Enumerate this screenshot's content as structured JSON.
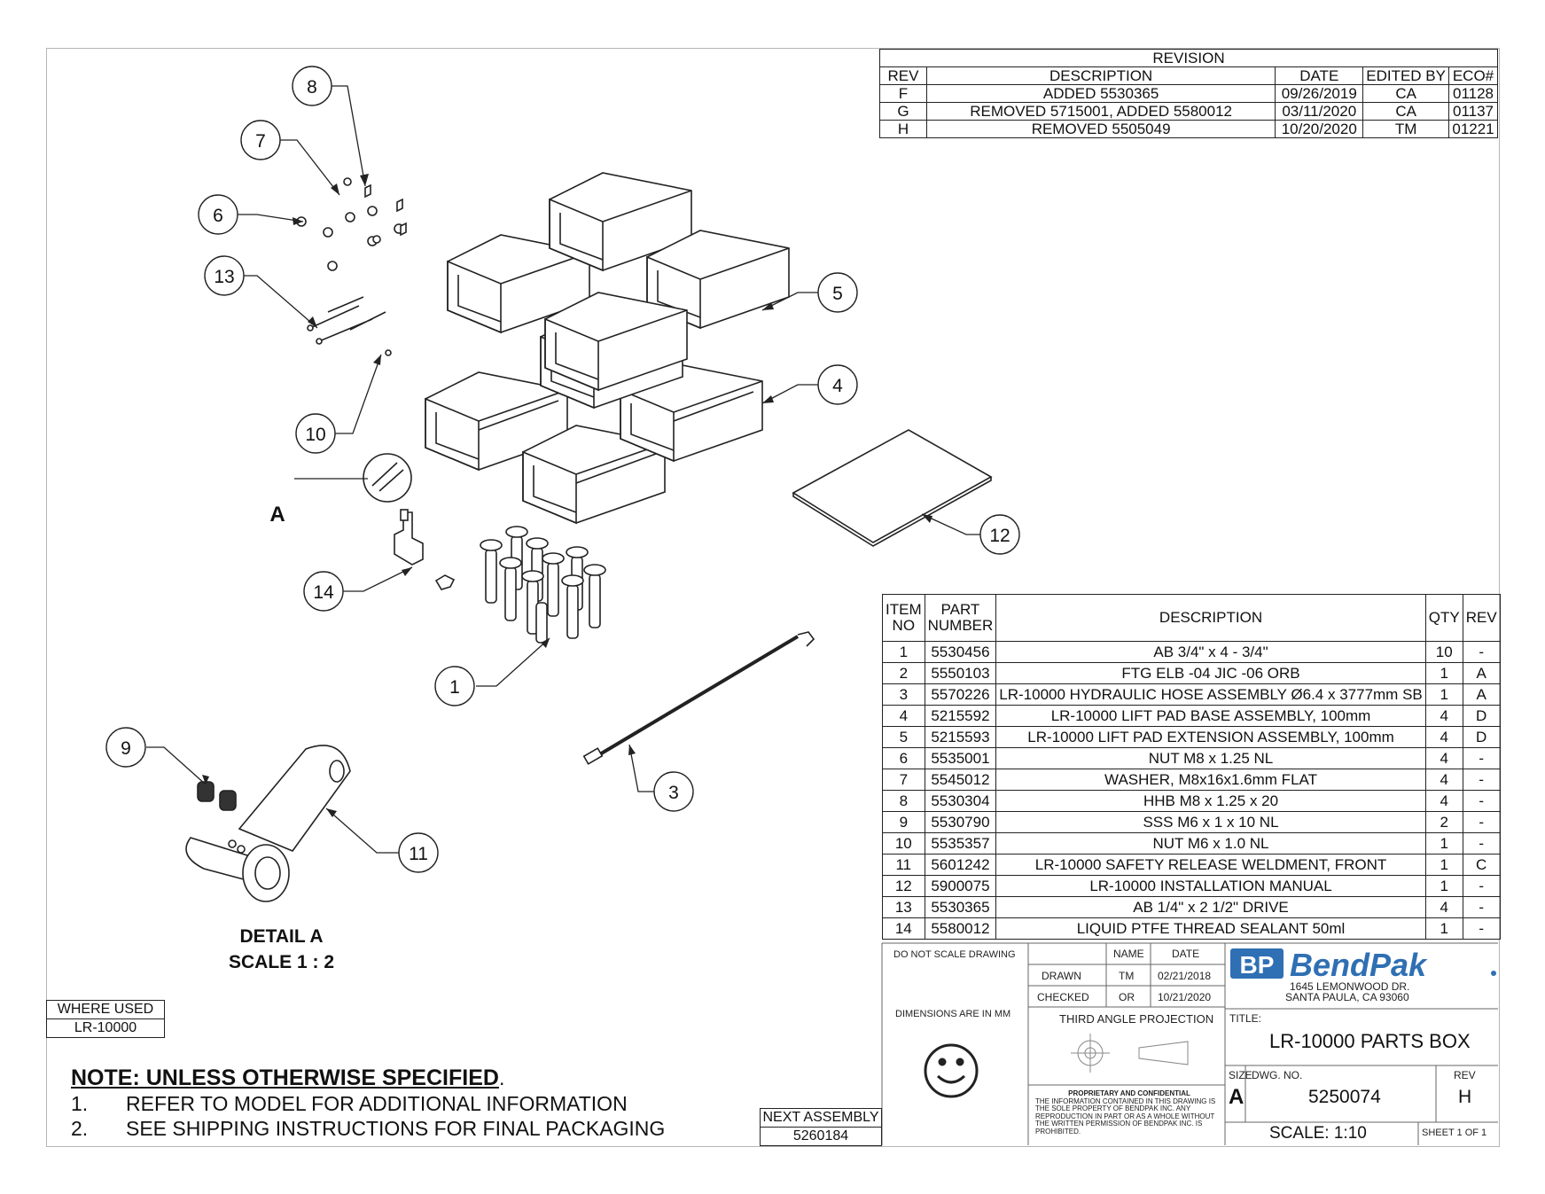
{
  "revision_table": {
    "title": "REVISION",
    "headers": [
      "REV",
      "DESCRIPTION",
      "DATE",
      "EDITED BY",
      "ECO#"
    ],
    "rows": [
      [
        "F",
        "ADDED 5530365",
        "09/26/2019",
        "CA",
        "01128"
      ],
      [
        "G",
        "REMOVED 5715001, ADDED 5580012",
        "03/11/2020",
        "CA",
        "01137"
      ],
      [
        "H",
        "REMOVED 5505049",
        "10/20/2020",
        "TM",
        "01221"
      ]
    ]
  },
  "bom_table": {
    "headers": [
      "ITEM NO",
      "PART NUMBER",
      "DESCRIPTION",
      "QTY",
      "REV"
    ],
    "rows": [
      [
        "1",
        "5530456",
        "AB 3/4\" x 4 - 3/4\"",
        "10",
        "-"
      ],
      [
        "2",
        "5550103",
        "FTG ELB -04 JIC -06 ORB",
        "1",
        "A"
      ],
      [
        "3",
        "5570226",
        "LR-10000 HYDRAULIC HOSE ASSEMBLY Ø6.4 x 3777mm SB",
        "1",
        "A"
      ],
      [
        "4",
        "5215592",
        "LR-10000 LIFT PAD BASE ASSEMBLY, 100mm",
        "4",
        "D"
      ],
      [
        "5",
        "5215593",
        "LR-10000 LIFT PAD EXTENSION ASSEMBLY, 100mm",
        "4",
        "D"
      ],
      [
        "6",
        "5535001",
        "NUT M8 x 1.25 NL",
        "4",
        "-"
      ],
      [
        "7",
        "5545012",
        "WASHER, M8x16x1.6mm FLAT",
        "4",
        "-"
      ],
      [
        "8",
        "5530304",
        "HHB M8 x 1.25 x 20",
        "4",
        "-"
      ],
      [
        "9",
        "5530790",
        "SSS M6 x 1 x 10 NL",
        "2",
        "-"
      ],
      [
        "10",
        "5535357",
        "NUT M6 x 1.0 NL",
        "1",
        "-"
      ],
      [
        "11",
        "5601242",
        "LR-10000 SAFETY RELEASE WELDMENT, FRONT",
        "1",
        "C"
      ],
      [
        "12",
        "5900075",
        "LR-10000 INSTALLATION MANUAL",
        "1",
        "-"
      ],
      [
        "13",
        "5530365",
        "AB 1/4\" x 2 1/2\" DRIVE",
        "4",
        "-"
      ],
      [
        "14",
        "5580012",
        "LIQUID PTFE THREAD SEALANT 50ml",
        "1",
        "-"
      ]
    ]
  },
  "balloons": [
    "8",
    "7",
    "6",
    "13",
    "10",
    "5",
    "4",
    "12",
    "14",
    "1",
    "9",
    "11",
    "3"
  ],
  "detail_callout": "A",
  "detail": {
    "title": "DETAIL A",
    "scale": "SCALE 1 : 2"
  },
  "where_used": {
    "label": "WHERE USED",
    "value": "LR-10000"
  },
  "next_assembly": {
    "label": "NEXT ASSEMBLY",
    "value": "5260184"
  },
  "notes": {
    "heading": "NOTE: UNLESS OTHERWISE SPECIFIED",
    "heading_suffix": ".",
    "items": [
      {
        "num": "1.",
        "text": "REFER TO MODEL FOR ADDITIONAL INFORMATION"
      },
      {
        "num": "2.",
        "text": "SEE SHIPPING INSTRUCTIONS FOR FINAL PACKAGING"
      }
    ]
  },
  "title_block": {
    "do_not_scale": "DO NOT SCALE DRAWING",
    "col_name": "NAME",
    "col_date": "DATE",
    "drawn_label": "DRAWN",
    "drawn_name": "TM",
    "drawn_date": "02/21/2018",
    "checked_label": "CHECKED",
    "checked_name": "OR",
    "checked_date": "10/21/2020",
    "dimensions": "DIMENSIONS ARE IN MM",
    "projection": "THIRD ANGLE PROJECTION",
    "logo_mark": "BP",
    "logo_text": "BendPak",
    "address1": "1645 LEMONWOOD DR.",
    "address2": "SANTA PAULA, CA 93060",
    "title_label": "TITLE:",
    "title": "LR-10000 PARTS BOX",
    "size_label": "SIZE",
    "size": "A",
    "dwg_label": "DWG.  NO.",
    "dwg_no": "5250074",
    "rev_label": "REV",
    "rev": "H",
    "scale": "SCALE: 1:10",
    "sheet": "SHEET 1 OF 1",
    "prop_head": "PROPRIETARY AND CONFIDENTIAL",
    "prop_l1": "THE INFORMATION CONTAINED IN THIS DRAWING IS",
    "prop_l2": "THE SOLE PROPERTY OF BENDPAK INC. ANY",
    "prop_l3": "REPRODUCTION IN PART OR AS A WHOLE WITHOUT",
    "prop_l4": "THE WRITTEN PERMISSION OF BENDPAK INC. IS",
    "prop_l5": "PROHIBITED."
  },
  "colors": {
    "logo_blue": "#2f6fb3",
    "line": "#222222"
  }
}
